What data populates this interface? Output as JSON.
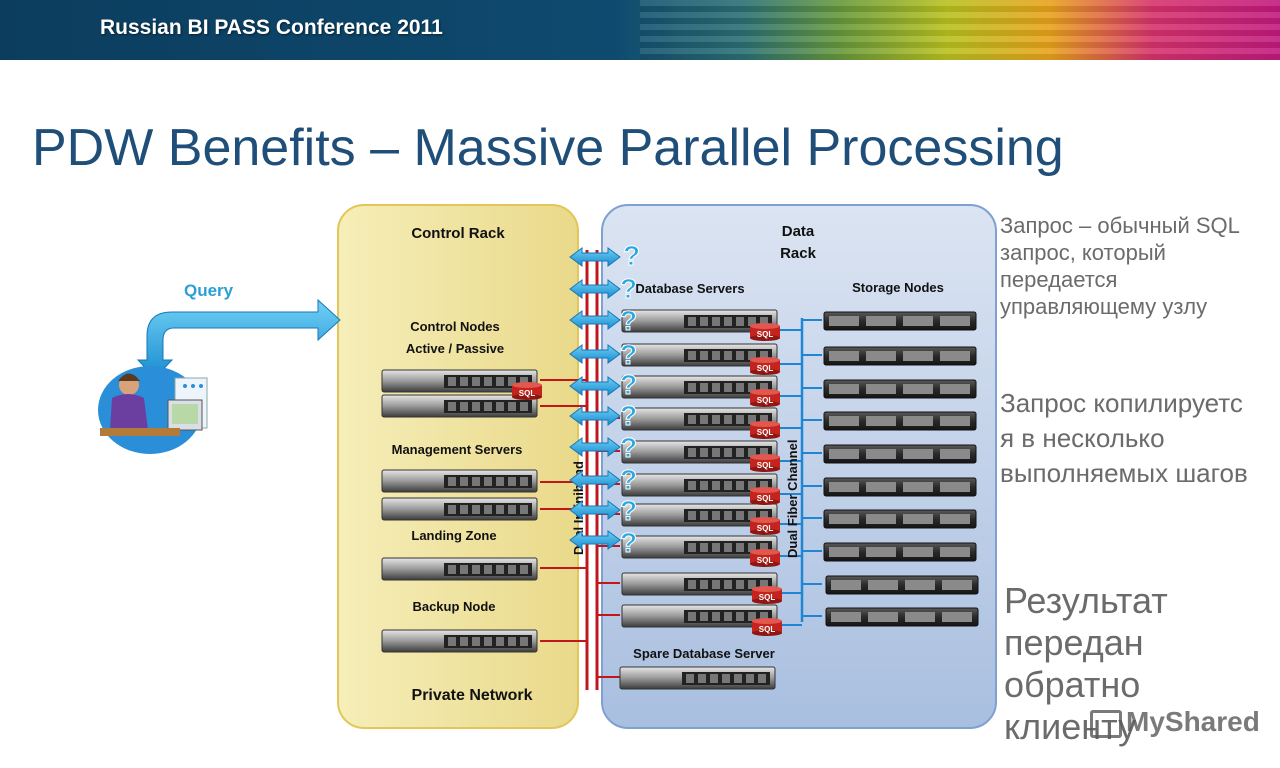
{
  "header": {
    "banner_title": "Russian BI PASS Conference 2011"
  },
  "slide": {
    "title": "PDW Benefits – Massive Parallel Processing"
  },
  "diagram": {
    "query_label": "Query",
    "control_rack": {
      "title": "Control Rack",
      "control_nodes": "Control Nodes",
      "active_passive": "Active / Passive",
      "management_servers": "Management Servers",
      "landing_zone": "Landing Zone",
      "backup_node": "Backup Node",
      "private_network": "Private Network"
    },
    "data_rack": {
      "title_line1": "Data",
      "title_line2": "Rack",
      "database_servers": "Database Servers",
      "storage_nodes": "Storage Nodes",
      "spare_server": "Spare  Database Server",
      "dual_fiber": "Dual Fiber Channel",
      "dual_infiniband": "Dual Infiniband",
      "sql_badge": "SQL"
    },
    "question_mark": "?"
  },
  "notes": {
    "note1": "Запрос – обычный SQL запрос, который передается управляющему узлу",
    "note2": "Запрос копилируетс я в несколько выполняемых шагов",
    "note3": "Результат передан обратно клиенту"
  },
  "watermark": {
    "text": "MyShared"
  },
  "colors": {
    "title": "#1f4e79",
    "query_arrow": "#2a9fd6",
    "control_rack_fill": "#f3e7a8",
    "data_rack_fill": "#c5d4ea",
    "red_bus": "#c0171d"
  }
}
